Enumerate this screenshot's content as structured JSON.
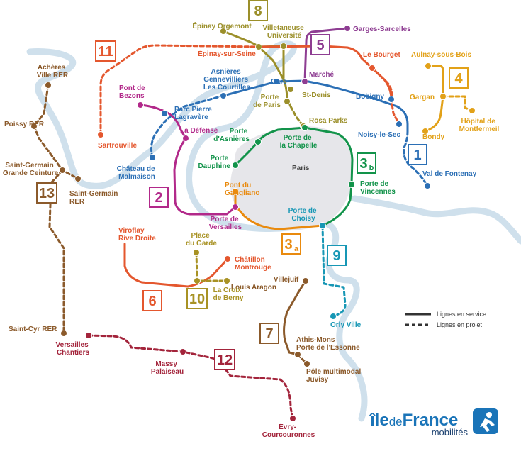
{
  "map_title": "",
  "paris_label": "Paris",
  "lines": [
    {
      "id": "1",
      "color": "#2b6fb5"
    },
    {
      "id": "2",
      "color": "#b2298a"
    },
    {
      "id": "3a",
      "color": "#e98a0e"
    },
    {
      "id": "3b",
      "color": "#12934a"
    },
    {
      "id": "4",
      "color": "#e2a118"
    },
    {
      "id": "5",
      "color": "#8e3d92"
    },
    {
      "id": "6",
      "color": "#e4572e"
    },
    {
      "id": "7",
      "color": "#8b5a2b"
    },
    {
      "id": "8",
      "color": "#9b8f2a"
    },
    {
      "id": "9",
      "color": "#1797b5"
    },
    {
      "id": "10",
      "color": "#a89224"
    },
    {
      "id": "11",
      "color": "#e4572e"
    },
    {
      "id": "12",
      "color": "#a3243b"
    },
    {
      "id": "13",
      "color": "#8b5a2b"
    }
  ],
  "badges": {
    "l1": "1",
    "l2": "2",
    "l3a_num": "3",
    "l3a_sub": "a",
    "l3b_num": "3",
    "l3b_sub": "b",
    "l4": "4",
    "l5": "5",
    "l6": "6",
    "l7": "7",
    "l8": "8",
    "l9": "9",
    "l10": "10",
    "l11": "11",
    "l12": "12",
    "l13": "13"
  },
  "stations": {
    "epinay_orgemont": "Épinay Orgemont",
    "villetaneuse": [
      "Villetaneuse",
      "Université"
    ],
    "garges": "Garges-Sarcelles",
    "epinay_seine": "Épinay-sur-Seine",
    "le_bourget": "Le Bourget",
    "aulnay": "Aulnay-sous-Bois",
    "asnieres": [
      "Asnières",
      "Gennevilliers",
      "Les Courtilles"
    ],
    "gare": "Gare",
    "marche": "Marché",
    "st_denis": "St-Denis",
    "porte_paris": [
      "Porte",
      "de Paris"
    ],
    "bobigny": "Bobigny",
    "gargan": "Gargan",
    "pont_bezons": [
      "Pont de",
      "Bezons"
    ],
    "parc_pierre": [
      "Parc Pierre",
      "Lagravère"
    ],
    "rosa_parks": "Rosa Parks",
    "la_defense": "La Défense",
    "noisy": "Noisy-le-Sec",
    "bondy": "Bondy",
    "hopital": [
      "Hôpital de",
      "Montfermeil"
    ],
    "acheres": [
      "Achères",
      "Ville RER"
    ],
    "sartrouville": "Sartrouville",
    "porte_asnieres": [
      "Porte",
      "d'Asnières"
    ],
    "porte_chapelle": [
      "Porte de",
      "la Chapelle"
    ],
    "poissy": "Poissy RER",
    "porte_dauphine": [
      "Porte",
      "Dauphine"
    ],
    "chateau": [
      "Château de",
      "Malmaison"
    ],
    "val_fontenay": "Val de Fontenay",
    "st_germain_gc": [
      "Saint-Germain",
      "Grande Ceinture"
    ],
    "st_germain_rer": [
      "Saint-Germain",
      "RER"
    ],
    "pont_garigliano": [
      "Pont du",
      "Garigliano"
    ],
    "porte_vincennes": [
      "Porte de",
      "Vincennes"
    ],
    "porte_versailles": [
      "Porte de",
      "Versailles"
    ],
    "porte_choisy": [
      "Porte de",
      "Choisy"
    ],
    "viroflay": [
      "Viroflay",
      "Rive Droite"
    ],
    "place_garde": [
      "Place",
      "du Garde"
    ],
    "chatillon": [
      "Châtillon",
      "Montrouge"
    ],
    "villejuif": [
      "Villejuif",
      "Louis Aragon"
    ],
    "croix_berny": [
      "La Croix",
      "de Berny"
    ],
    "orly": "Orly Ville",
    "st_cyr": "Saint-Cyr RER",
    "athis": [
      "Athis-Mons",
      "Porte de l'Essonne"
    ],
    "versailles": [
      "Versailles",
      "Chantiers"
    ],
    "massy": [
      "Massy",
      "Palaiseau"
    ],
    "pole": [
      "Pôle multimodal",
      "Juvisy"
    ],
    "evry": [
      "Évry-",
      "Courcouronnes"
    ]
  },
  "legend": {
    "in_service": "Lignes en service",
    "planned": "Lignes en projet"
  },
  "logo": {
    "brand_ile": "île",
    "brand_de": "de",
    "brand_france": "France",
    "brand_sub": "mobilités"
  }
}
